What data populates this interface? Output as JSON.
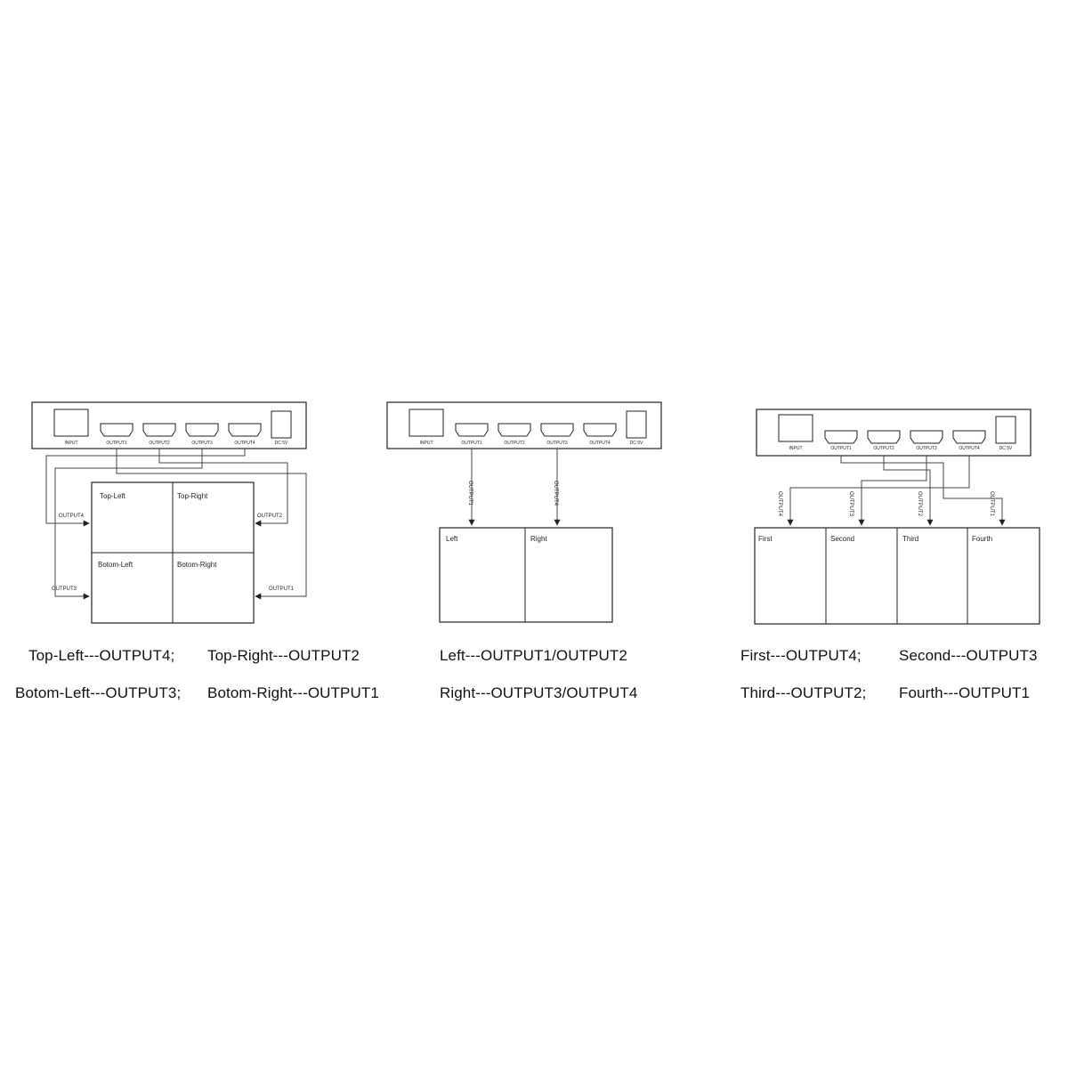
{
  "device": {
    "input_label": "INPUT",
    "output_labels": [
      "OUTPUT1",
      "OUTPUT2",
      "OUTPUT3",
      "OUTPUT4"
    ],
    "power_label": "DC 5V"
  },
  "diagram_quad": {
    "cells": {
      "top_left": "Top-Left",
      "top_right": "Top-Right",
      "bottom_left": "Botom-Left",
      "bottom_right": "Botom-Right"
    },
    "arrow_labels": {
      "top_left": "OUTPUT4",
      "top_right": "OUTPUT2",
      "bottom_left": "OUTPUT3",
      "bottom_right": "OUTPUT1"
    },
    "mapping": {
      "line1_left": "Top-Left---OUTPUT4;",
      "line1_right": "Top-Right---OUTPUT2",
      "line2_left": "Botom-Left---OUTPUT3;",
      "line2_right": "Botom-Right---OUTPUT1"
    }
  },
  "diagram_halves": {
    "cells": {
      "left": "Left",
      "right": "Right"
    },
    "arrow_labels": {
      "left": "OUTPUT1",
      "right": "OUTPUT4"
    },
    "mapping": {
      "line1": "Left---OUTPUT1/OUTPUT2",
      "line2": "Right---OUTPUT3/OUTPUT4"
    }
  },
  "diagram_columns": {
    "cells": {
      "first": "First",
      "second": "Second",
      "third": "Third",
      "fourth": "Fourth"
    },
    "arrow_labels": {
      "first": "OUTPUT4",
      "second": "OUTPUT3",
      "third": "OUTPUT2",
      "fourth": "OUTPUT1"
    },
    "mapping": {
      "line1_left": "First---OUTPUT4;",
      "line1_right": "Second---OUTPUT3",
      "line2_left": "Third---OUTPUT2;",
      "line2_right": "Fourth---OUTPUT1"
    }
  }
}
